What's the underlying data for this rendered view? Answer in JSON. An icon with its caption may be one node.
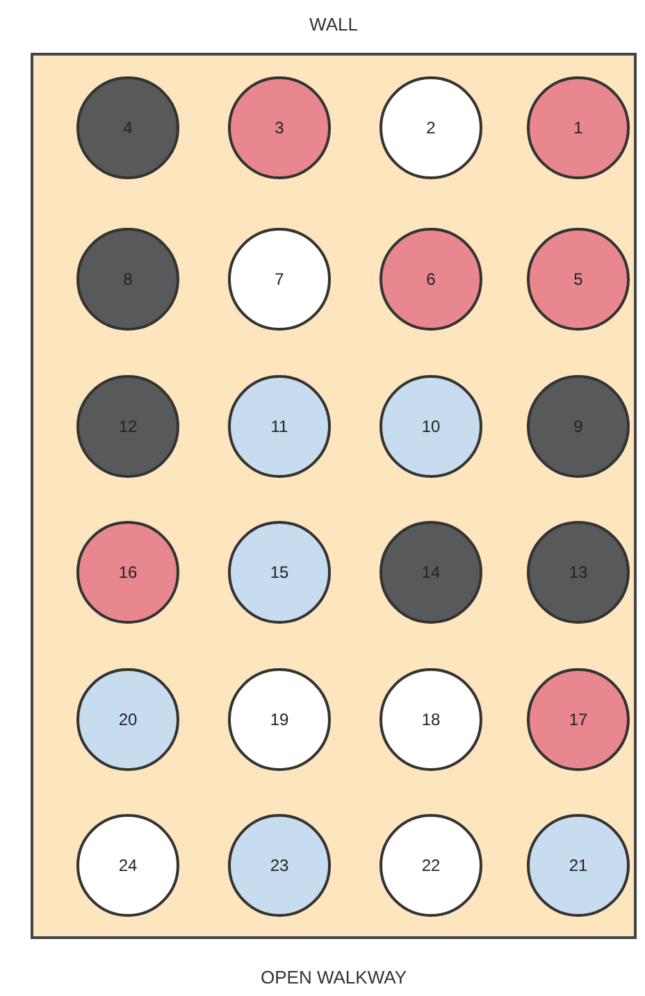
{
  "diagram": {
    "nodes": [
      {
        "text": [],
        "shape": "box"
      },
      {
        "text": [
          "4"
        ],
        "in": 0
      },
      {
        "text": [
          "3"
        ],
        "in": 0
      },
      {
        "text": [
          "2"
        ],
        "in": 0
      },
      {
        "text": [
          "1"
        ],
        "in": 0
      },
      {
        "text": [
          "8"
        ],
        "in": 0
      },
      {
        "text": [
          "7"
        ],
        "in": 0
      },
      {
        "text": [
          "6"
        ],
        "in": 0
      },
      {
        "text": [
          "5"
        ],
        "in": 0
      },
      {
        "text": [
          "12"
        ],
        "in": 0
      },
      {
        "text": [
          "11"
        ],
        "in": 0
      },
      {
        "text": [
          "10"
        ],
        "in": 0
      },
      {
        "text": [
          "9"
        ],
        "in": 0
      },
      {
        "text": [
          "16"
        ],
        "in": 0
      },
      {
        "text": [
          "15"
        ],
        "in": 0
      },
      {
        "text": [
          "14"
        ],
        "in": 0
      },
      {
        "text": [
          "13"
        ],
        "in": 0
      },
      {
        "text": [
          "20"
        ],
        "in": 0
      },
      {
        "text": [
          "19"
        ],
        "in": 0
      },
      {
        "text": [
          "18"
        ],
        "in": 0
      },
      {
        "text": [
          "17"
        ],
        "in": 0
      },
      {
        "text": [
          "24"
        ],
        "in": 0
      },
      {
        "text": [
          "23"
        ],
        "in": 0
      },
      {
        "text": [
          "22"
        ],
        "in": 0
      },
      {
        "text": [
          "21"
        ],
        "in": 0
      }
    ],
    "labels": [
      "WALL",
      "OPEN WALKWAY"
    ]
  }
}
